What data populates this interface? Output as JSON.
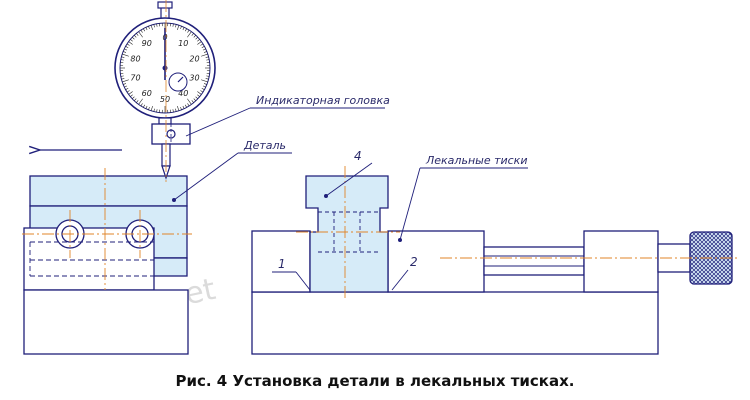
{
  "caption": "Рис. 4 Установка детали в лекальных тисках.",
  "labels": {
    "indicator_head": "Индикаторная головка",
    "part": "Деталь",
    "vise": "Лекальные тиски",
    "callout_1": "1",
    "callout_2": "2",
    "callout_4": "4"
  },
  "dial_scale": [
    "0",
    "10",
    "20",
    "30",
    "40",
    "50",
    "60",
    "70",
    "80",
    "90"
  ],
  "watermark": "modecut.net",
  "colors": {
    "outline": "#1f1f7a",
    "fill": "#d6ebf8",
    "centerline": "#e0852a",
    "text": "#2a2a6a"
  }
}
